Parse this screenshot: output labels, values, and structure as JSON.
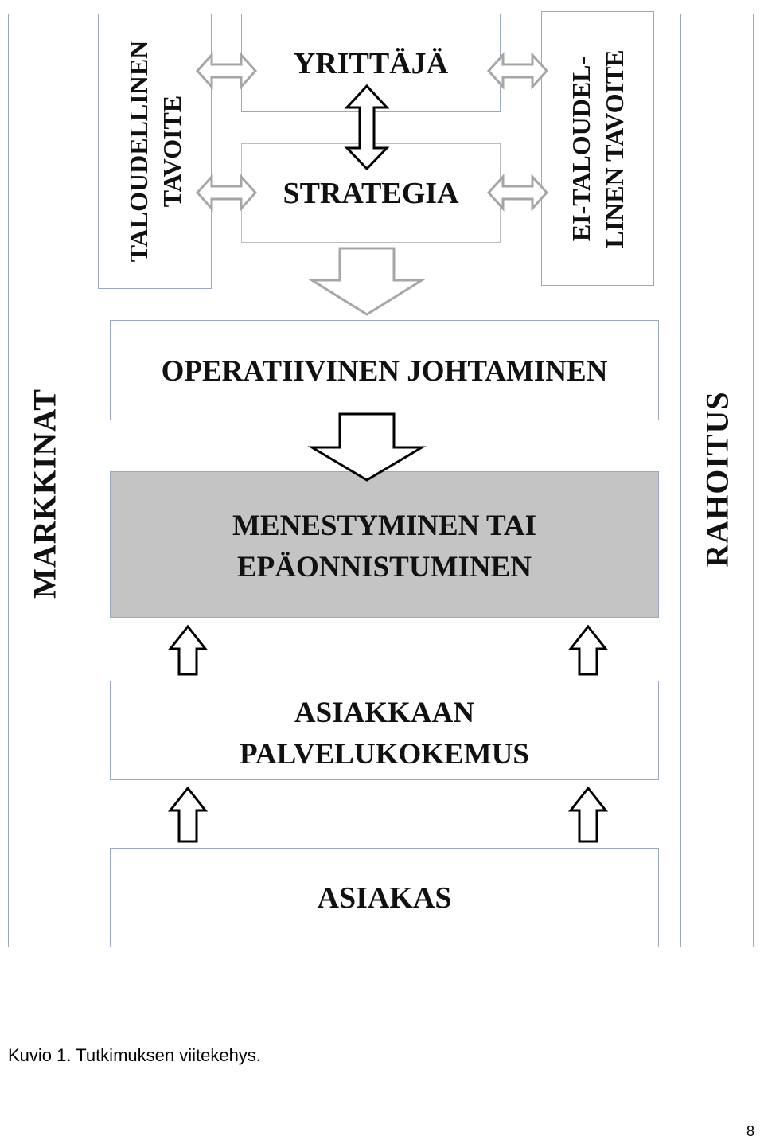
{
  "diagram": {
    "sides": {
      "left": "MARKKINAT",
      "right": "RAHOITUS"
    },
    "goals": {
      "economic_line1": "TALOUDELLINEN",
      "economic_line2": "TAVOITE",
      "non_economic_line1": "EI-TALOUDEL-",
      "non_economic_line2": "LINEN TAVOITE"
    },
    "nodes": {
      "entrepreneur": "YRITTÄJÄ",
      "strategy": "STRATEGIA",
      "operational_management": "OPERATIIVINEN JOHTAMINEN",
      "success_line1": "MENESTYMINEN TAI",
      "success_line2": "EPÄONNISTUMINEN",
      "service_line1": "ASIAKKAAN",
      "service_line2": "PALVELUKOKEMUS",
      "customer": "ASIAKAS"
    },
    "colors": {
      "box_border": "#9aa9c2",
      "highlight_fill": "#c4c4c4",
      "gray_arrow": "#a6a6a6",
      "dark_arrow": "#000000"
    }
  },
  "caption": "Kuvio 1. Tutkimuksen viitekehys.",
  "page_number": "8"
}
